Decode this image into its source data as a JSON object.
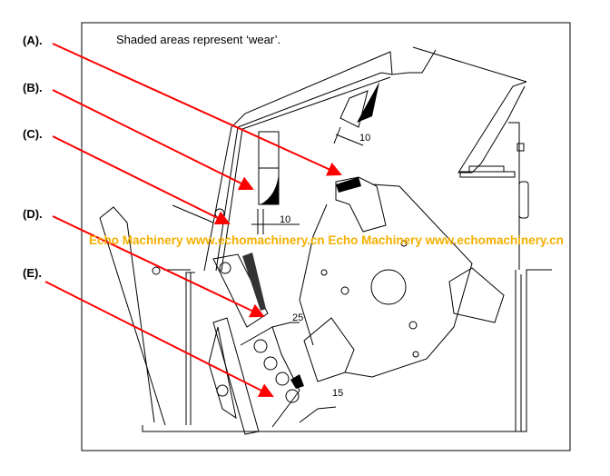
{
  "labels": [
    "(A).",
    "(B).",
    "(C).",
    "(D).",
    "(E)."
  ],
  "note": "Shaded areas represent ‘wear’.",
  "dimensions": [
    "10",
    "10",
    "25",
    "15"
  ],
  "watermark": "Echo Machinery www.echomachinery.cn Echo Machinery www.echomachinery.cn",
  "colors": {
    "arrow": "#ff0000",
    "watermark": "#f5b000",
    "line": "#000000"
  }
}
